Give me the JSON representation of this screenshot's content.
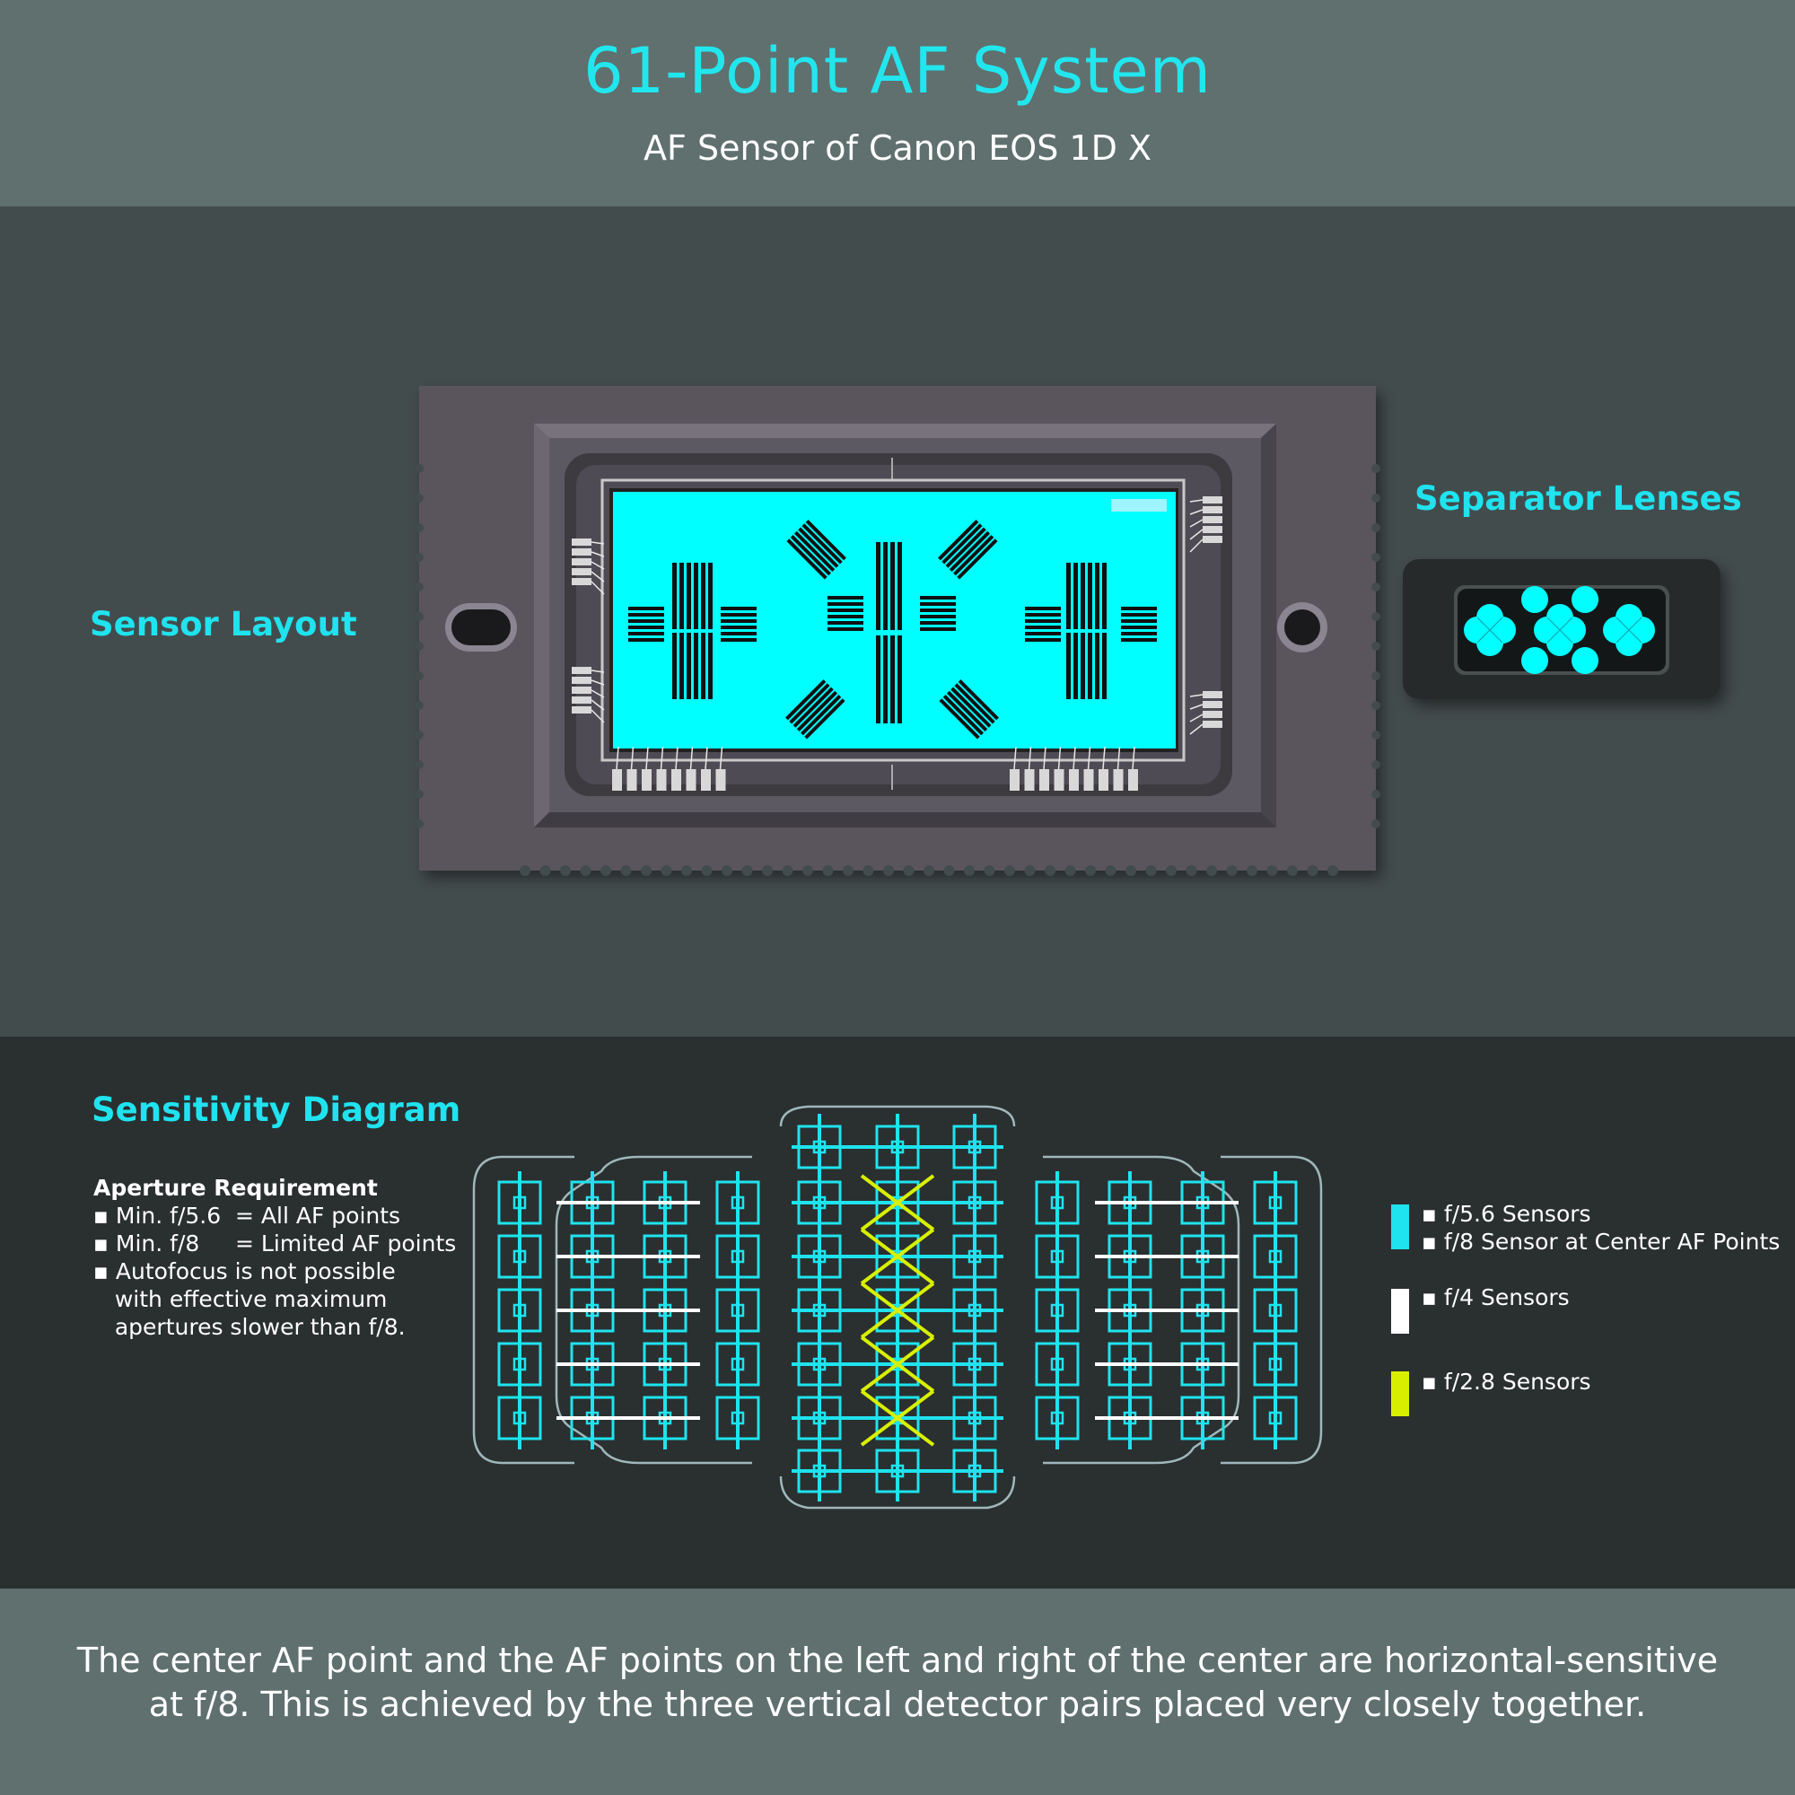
{
  "header": {
    "title": "61-Point AF System",
    "subtitle": "AF Sensor of Canon EOS 1D X"
  },
  "labels": {
    "sensor_layout": "Sensor Layout",
    "separator_lenses": "Separator Lenses",
    "sensitivity_diagram": "Sensitivity Diagram"
  },
  "aperture": {
    "heading": "Aperture Requirement",
    "lines": [
      "▪ Min. f/5.6  = All AF points",
      "▪ Min. f/8     = Limited AF points",
      "▪ Autofocus is not possible",
      "   with effective maximum",
      "   apertures slower than f/8."
    ]
  },
  "legend": {
    "cyan_line1": "▪ f/5.6 Sensors",
    "cyan_line2": "▪ f/8 Sensor at Center AF Points",
    "white_line": "▪ f/4 Sensors",
    "yellow_line": "▪ f/2.8 Sensors"
  },
  "colors": {
    "accent_cyan": "#1fe3ee",
    "sensor_cyan": "#00ffff",
    "f4_white": "#ffffff",
    "f28_yellow": "#d8f000",
    "housing": "#5a555d",
    "background_mid": "#434c4d",
    "background_lower": "#2a2f30",
    "background_header": "#5f706f"
  },
  "footer": {
    "line1": "The center AF point and the AF points on the left and right of the center are horizontal-sensitive",
    "line2": "at f/8. This is achieved by the three vertical detector pairs placed very closely together."
  }
}
